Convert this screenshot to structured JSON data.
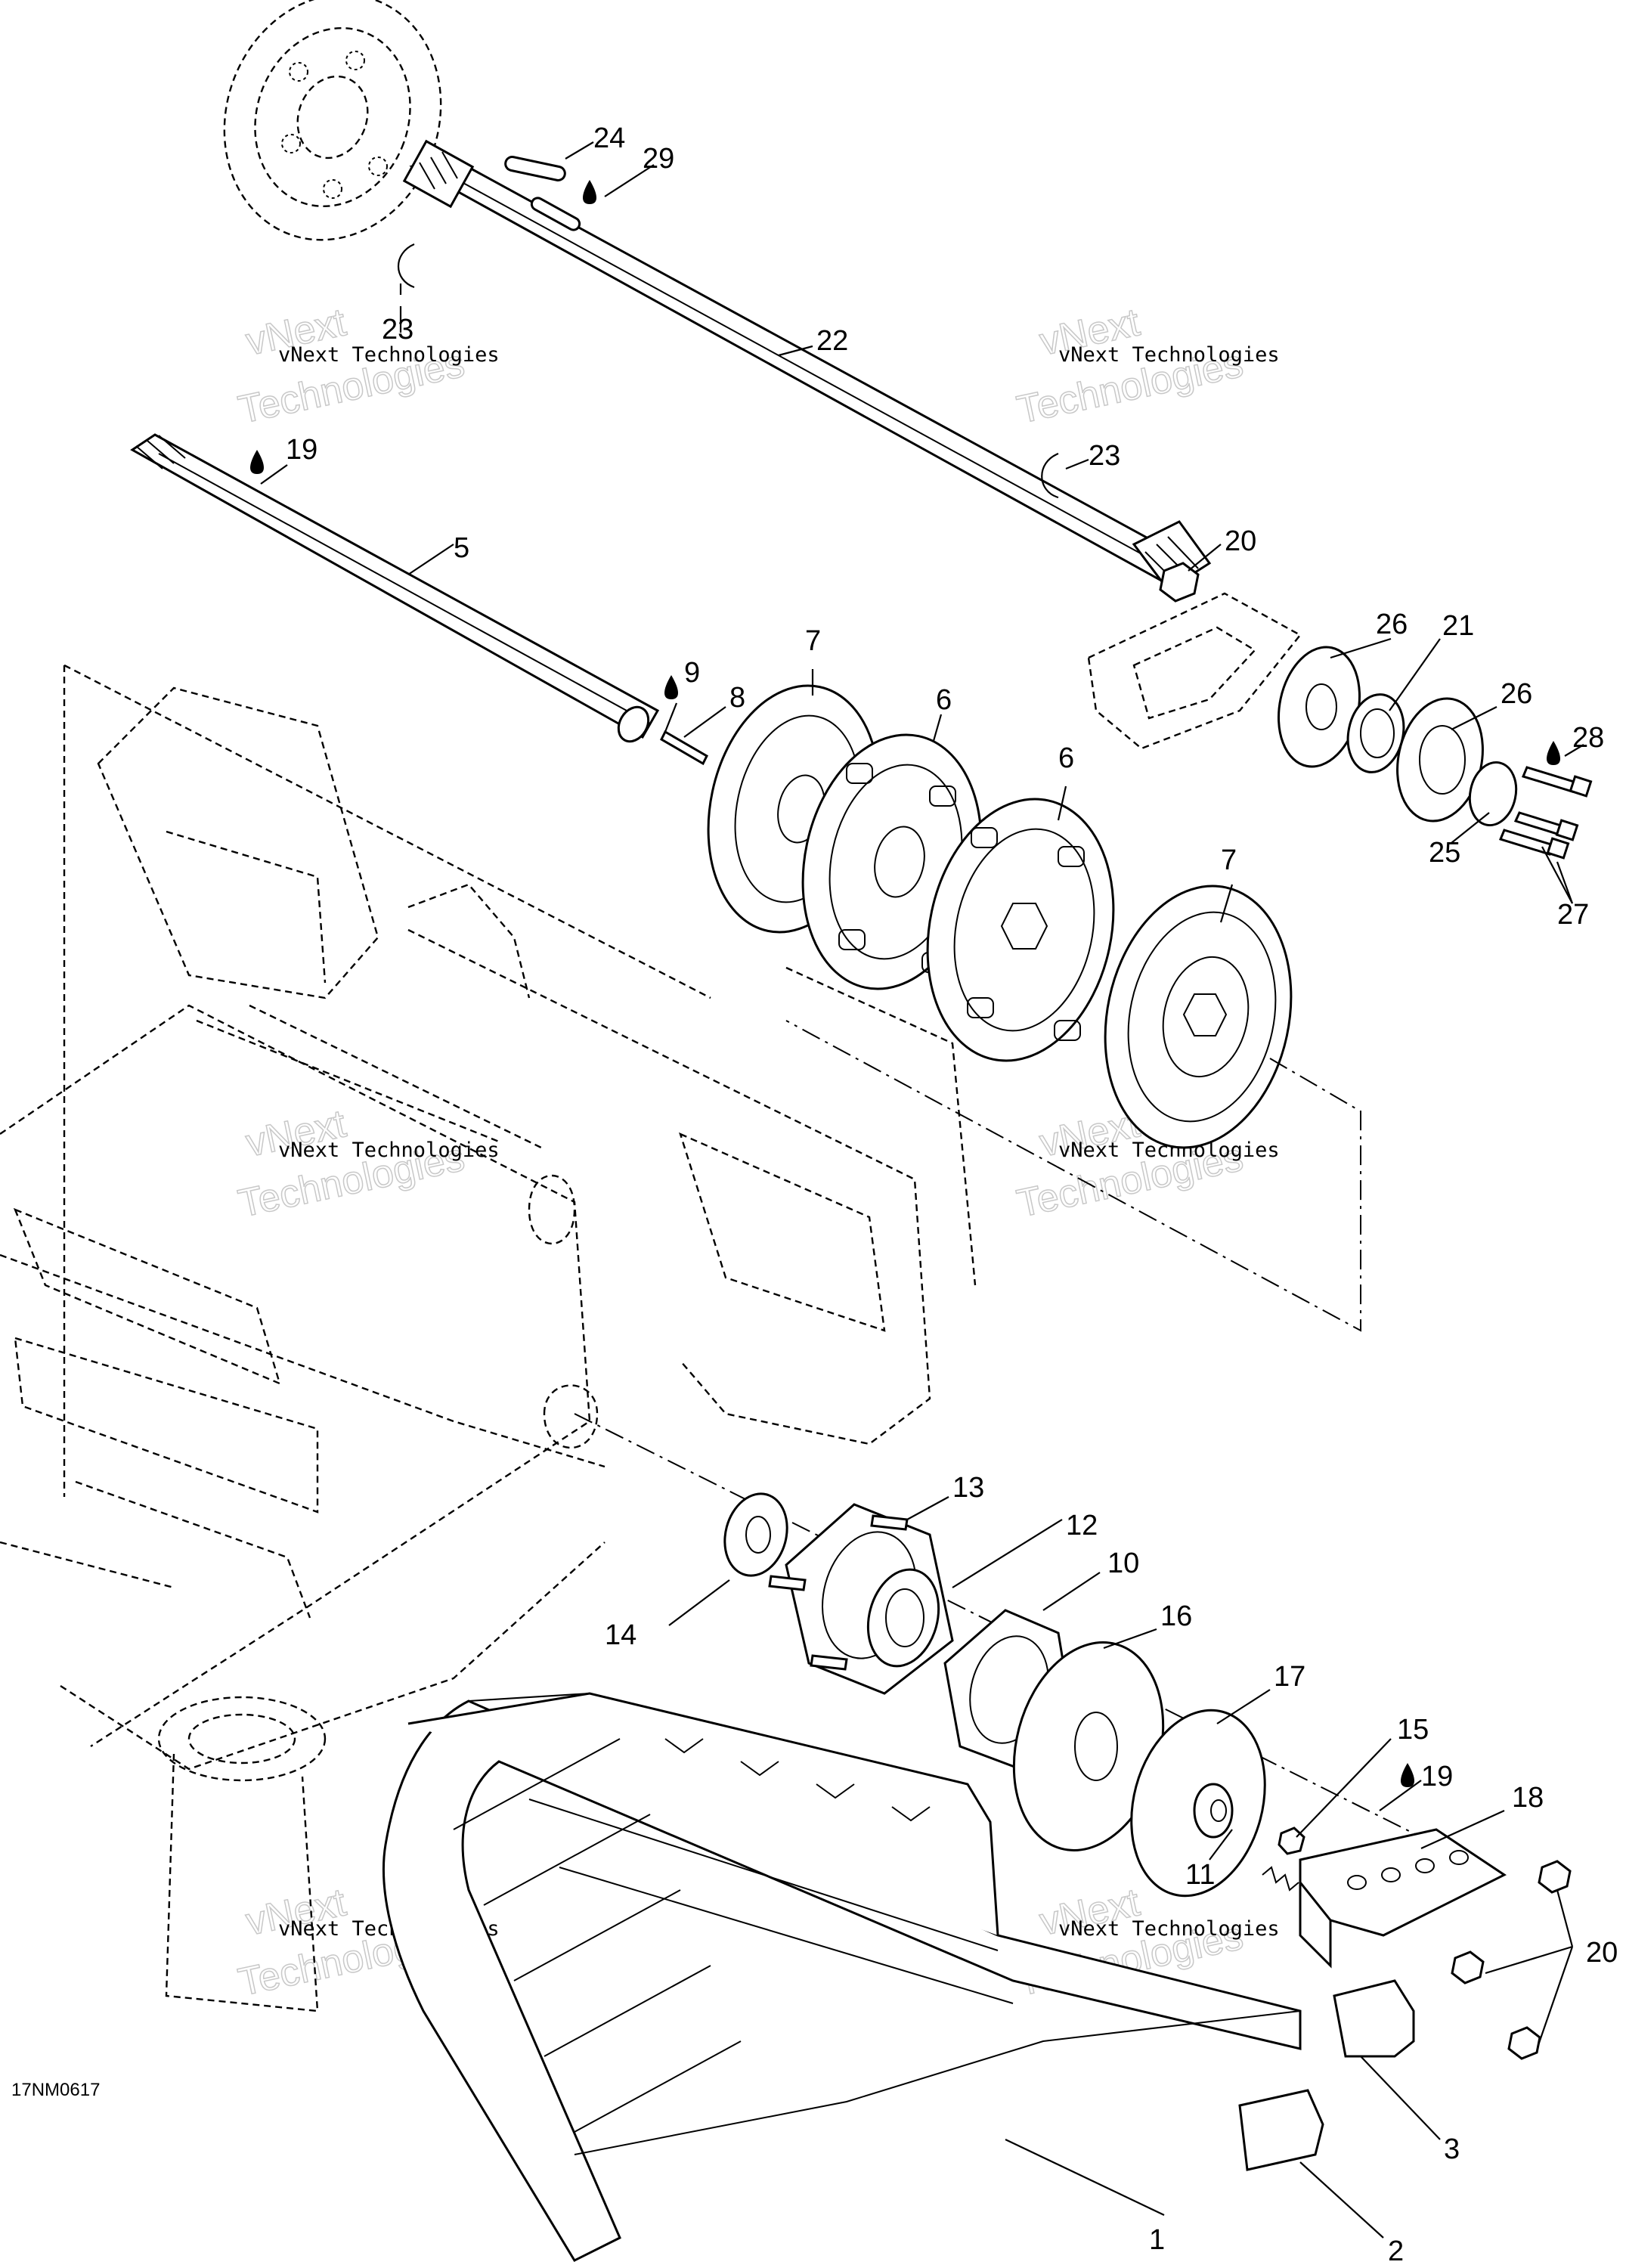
{
  "figure_code": "17NM0617",
  "watermark": {
    "company": "vNext Technologies",
    "line1": "vNext",
    "line2": "Technologies"
  },
  "callouts": [
    {
      "id": "c1",
      "text": "1"
    },
    {
      "id": "c2",
      "text": "2"
    },
    {
      "id": "c3",
      "text": "3"
    },
    {
      "id": "c5",
      "text": "5"
    },
    {
      "id": "c6a",
      "text": "6"
    },
    {
      "id": "c6b",
      "text": "6"
    },
    {
      "id": "c7a",
      "text": "7"
    },
    {
      "id": "c7b",
      "text": "7"
    },
    {
      "id": "c8",
      "text": "8"
    },
    {
      "id": "c9",
      "text": "9"
    },
    {
      "id": "c10",
      "text": "10"
    },
    {
      "id": "c11",
      "text": "11"
    },
    {
      "id": "c12",
      "text": "12"
    },
    {
      "id": "c13",
      "text": "13"
    },
    {
      "id": "c14",
      "text": "14"
    },
    {
      "id": "c15",
      "text": "15"
    },
    {
      "id": "c16",
      "text": "16"
    },
    {
      "id": "c17",
      "text": "17"
    },
    {
      "id": "c18",
      "text": "18"
    },
    {
      "id": "c19a",
      "text": "19"
    },
    {
      "id": "c19b",
      "text": "19"
    },
    {
      "id": "c20a",
      "text": "20"
    },
    {
      "id": "c20b",
      "text": "20"
    },
    {
      "id": "c21",
      "text": "21"
    },
    {
      "id": "c22",
      "text": "22"
    },
    {
      "id": "c23a",
      "text": "23"
    },
    {
      "id": "c23b",
      "text": "23"
    },
    {
      "id": "c24",
      "text": "24"
    },
    {
      "id": "c25",
      "text": "25"
    },
    {
      "id": "c26a",
      "text": "26"
    },
    {
      "id": "c26b",
      "text": "26"
    },
    {
      "id": "c27",
      "text": "27"
    },
    {
      "id": "c28",
      "text": "28"
    },
    {
      "id": "c29",
      "text": "29"
    }
  ]
}
